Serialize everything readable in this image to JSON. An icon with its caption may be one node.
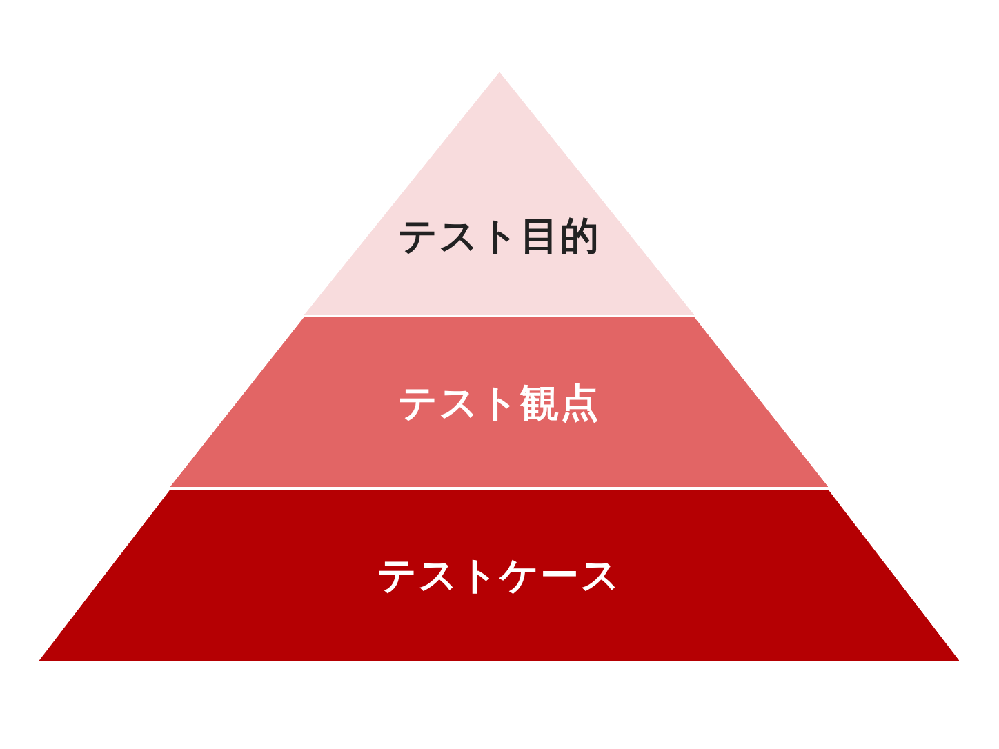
{
  "diagram": {
    "nodes": [
      {
        "text": [
          "テスト目的"
        ]
      },
      {
        "text": [
          "テスト観点"
        ]
      },
      {
        "text": [
          "テストケース"
        ]
      }
    ]
  }
}
